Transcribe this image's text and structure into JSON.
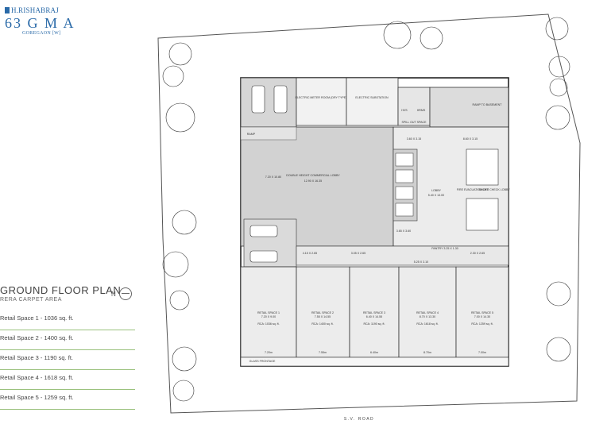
{
  "logo": {
    "brand": "H.RISHABRAJ",
    "project": "63 G M A",
    "location": "GOREGAON [W]"
  },
  "legend": {
    "title": "GROUND FLOOR PLAN",
    "subtitle": "RERA CARPET AREA",
    "north_label": "N",
    "items": [
      "Retail Space 1 - 1036 sq. ft.",
      "Retail Space 2 - 1400 sq. ft.",
      "Retail Space 3 - 1190 sq. ft.",
      "Retail Space 4 - 1618 sq. ft.",
      "Retail Space 5 - 1259 sq. ft."
    ]
  },
  "plan": {
    "road_label": "S.V. ROAD",
    "rooms": {
      "meter_room": "ELECTRIC METER ROOM (DRY TYPE)",
      "substation": "ELECTRIC SUBSTATION",
      "ramp_basement": "RAMP TO BASEMENT",
      "ramp": "RAMP",
      "lobby_main": "DOUBLE HEIGHT COMMERCIAL LOBBY",
      "lobby_main_dim": "12.90 X 16.35",
      "dim_left": "7.20 X 10.80",
      "lobby": "LOBBY",
      "lobby_dim": "5.40 X 13.00",
      "fire_lift": "FIRE EVACUATION LIFT",
      "smoke_lobby": "SMOKE CHECK LOBBY",
      "spill": "SPILL OUT SPACE",
      "hvs": "HVS",
      "hrms": "HRMS",
      "dim_a": "3.60 X 3.15",
      "dim_b": "8.60 X 3.15",
      "dim_c": "3.65 X 3.60",
      "dim_d": "4.15 X 2.65",
      "dim_e": "3.05 X 2.65",
      "dim_f": "5.25 X 3.10",
      "dim_g": "2.30 X 2.65",
      "pantry": "PANTRY 3.25 X 1.30",
      "glass": "GLASS FRONTAGE"
    },
    "retail": [
      {
        "name": "RETAIL SPACE 1",
        "dim": "7.20 X 9.00",
        "rca": "RCA: 1036 sq. ft.",
        "width": "7.20m"
      },
      {
        "name": "RETAIL SPACE 2",
        "dim": "7.55 X 14.55",
        "rca": "RCA: 1400 sq. ft.",
        "width": "7.55m"
      },
      {
        "name": "RETAIL SPACE 3",
        "dim": "6.40 X 14.55",
        "rca": "RCA: 1190 sq. ft.",
        "width": "6.40m"
      },
      {
        "name": "RETAIL SPACE 4",
        "dim": "8.70 X 13.30",
        "rca": "RCA: 1618 sq. ft.",
        "width": "8.70m"
      },
      {
        "name": "RETAIL SPACE 5",
        "dim": "7.00 X 14.30",
        "rca": "RCA: 1259 sq. ft.",
        "width": "7.00m"
      }
    ]
  }
}
